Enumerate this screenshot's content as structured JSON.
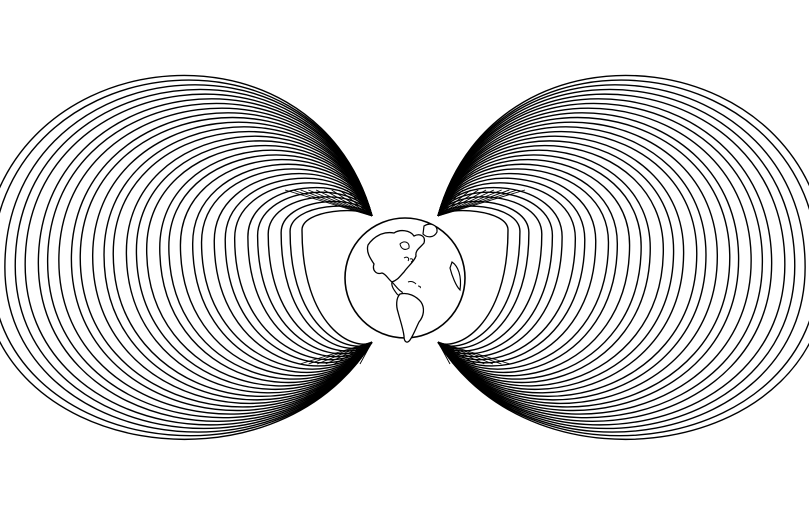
{
  "diagram": {
    "ink_color": "#000000",
    "background_color": "#ffffff",
    "subject": "earth-with-field-line-loops",
    "loops_per_side": 30,
    "wobble_amount": 0.03
  }
}
